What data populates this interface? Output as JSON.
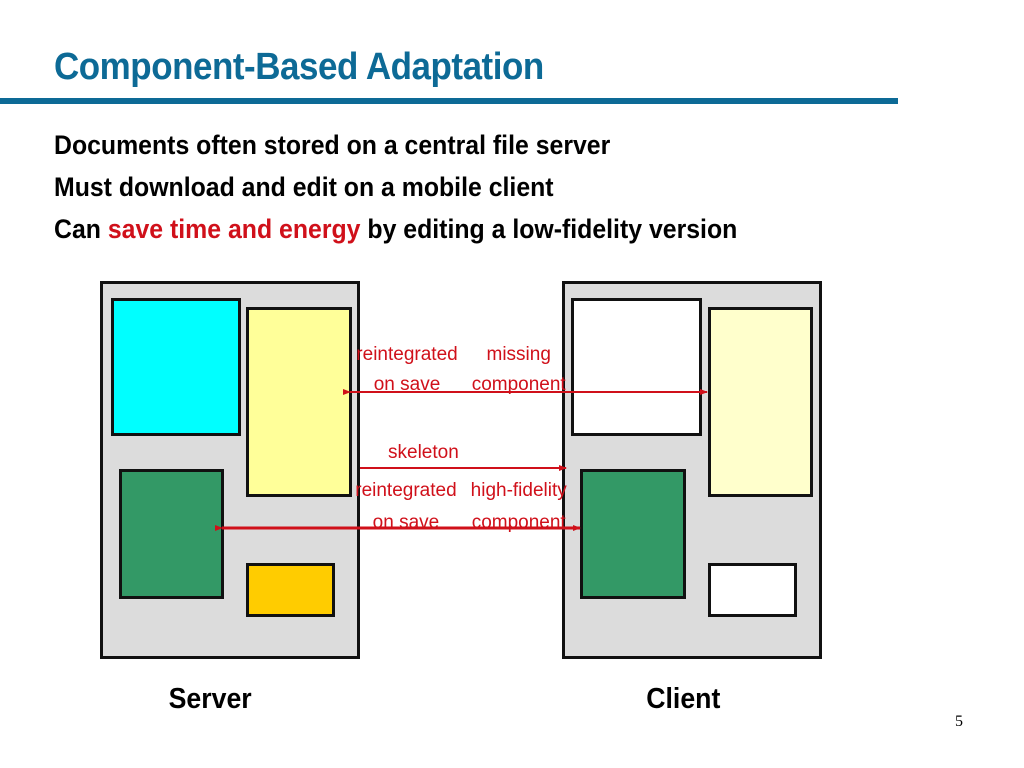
{
  "slide": {
    "title": "Component-Based Adaptation",
    "page_number": "5",
    "bullets": [
      {
        "text": "Documents often stored on a central file server"
      },
      {
        "text": "Must download and edit on a mobile client"
      },
      {
        "prefix": "Can ",
        "highlight": "save time and energy",
        "suffix": " by editing a low-fidelity version"
      }
    ]
  },
  "colors": {
    "title": "#0d6a96",
    "highlight": "#d0101a",
    "panel": "#dcdcdc",
    "cyan": "#00ffff",
    "yellow": "#ffff99",
    "green": "#339966",
    "gold": "#ffcc00",
    "white": "#ffffff"
  },
  "diagram": {
    "server_label": "Server",
    "client_label": "Client",
    "arrows": {
      "top": {
        "labels_overlaid": [
          {
            "line1": "reintegrated",
            "line2": "on save"
          },
          {
            "line1": "missing",
            "line2": "component"
          }
        ]
      },
      "middle": {
        "label": "skeleton"
      },
      "bottom": {
        "labels_overlaid": [
          {
            "line1": "reintegrated",
            "line2": "on save"
          },
          {
            "line1": "high-fidelity",
            "line2": "component"
          }
        ]
      }
    }
  }
}
